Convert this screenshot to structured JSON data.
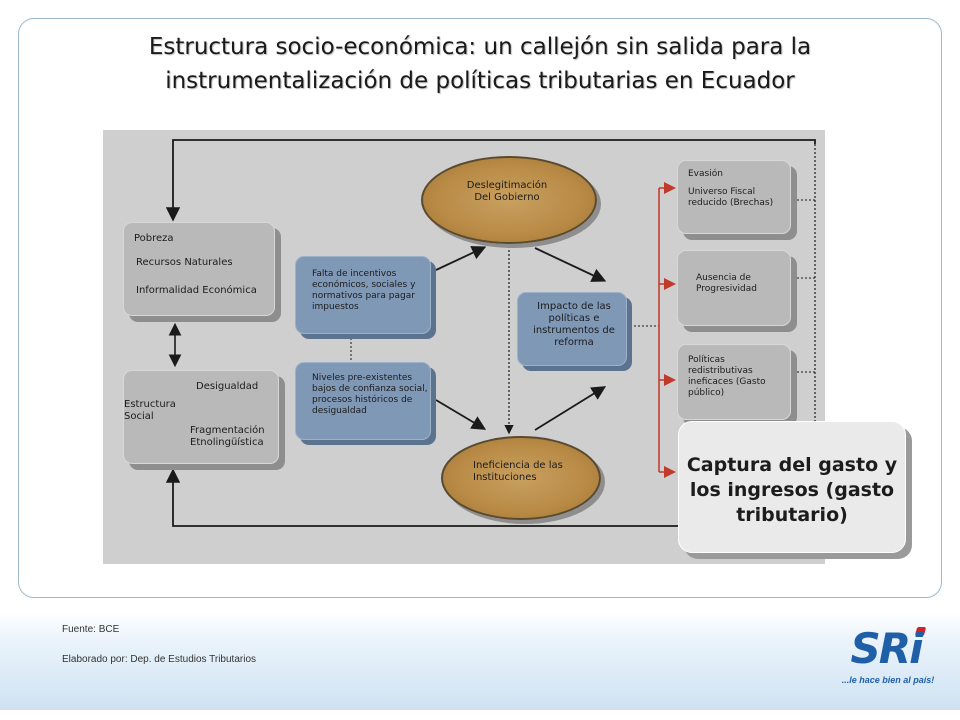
{
  "title": "Estructura socio-económica: un callejón sin salida para la instrumentalización de políticas tributarias en Ecuador",
  "boxes": {
    "pobreza": "Pobreza",
    "recursos": "Recursos Naturales",
    "informalidad": "Informalidad Económica",
    "estructura": "Estructura Social",
    "desigualdad": "Desigualdad",
    "fragmentacion": "Fragmentación Etnolingüística",
    "falta": "Falta de incentivos económicos, sociales y normativos para pagar impuestos",
    "niveles": "Niveles pre-existentes bajos de confianza social, procesos históricos de desigualdad",
    "deslegitimacion": "Deslegitimación Del Gobierno",
    "ineficiencia": "Ineficiencia de las Instituciones",
    "impacto": "Impacto de las políticas e instrumentos de reforma",
    "evasion": "Evasión",
    "universo": "Universo Fiscal reducido (Brechas)",
    "ausencia": "Ausencia de Progresividad",
    "politicas": "Políticas redistributivas ineficaces (Gasto público)"
  },
  "callout": "Captura del gasto y los ingresos (gasto tributario)",
  "footer": {
    "fuente": "Fuente: BCE",
    "elaborado": "Elaborado por: Dep. de Estudios Tributarios"
  },
  "logo": {
    "text": "SRi",
    "tagline": "...le hace bien al país!"
  },
  "colors": {
    "oval": "#b88a45",
    "blue_box": "#7f98b6",
    "gray_box": "#b9b9b9",
    "red_arrow": "#c0392b",
    "brand": "#1f5fa8"
  }
}
